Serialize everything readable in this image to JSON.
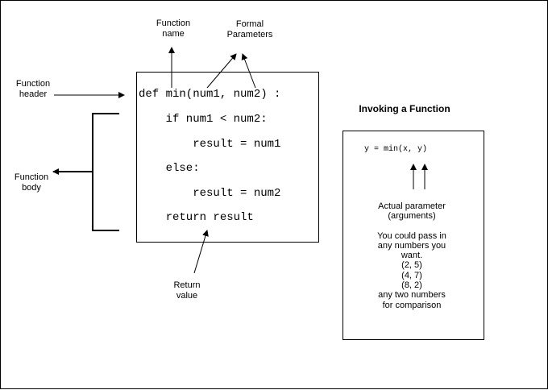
{
  "labels": {
    "function_name": [
      "Function",
      "name"
    ],
    "formal_parameters": [
      "Formal",
      "Parameters"
    ],
    "function_header": [
      "Function",
      "header"
    ],
    "function_body": [
      "Function",
      "body"
    ],
    "return_value": [
      "Return",
      "value"
    ]
  },
  "code_lines": [
    "def min(num1, num2) :",
    "    if num1 < num2:",
    "        result = num1",
    "    else:",
    "        result = num2",
    "    return result"
  ],
  "invoking": {
    "title": "Invoking a Function",
    "call": "y = min(x, y)",
    "actual_parameter": [
      "Actual parameter",
      "(arguments)"
    ],
    "notes": [
      "You could pass in",
      "any numbers you",
      "want.",
      "(2, 5)",
      "(4, 7)",
      "(8, 2)",
      "any two numbers",
      "for comparison"
    ]
  }
}
